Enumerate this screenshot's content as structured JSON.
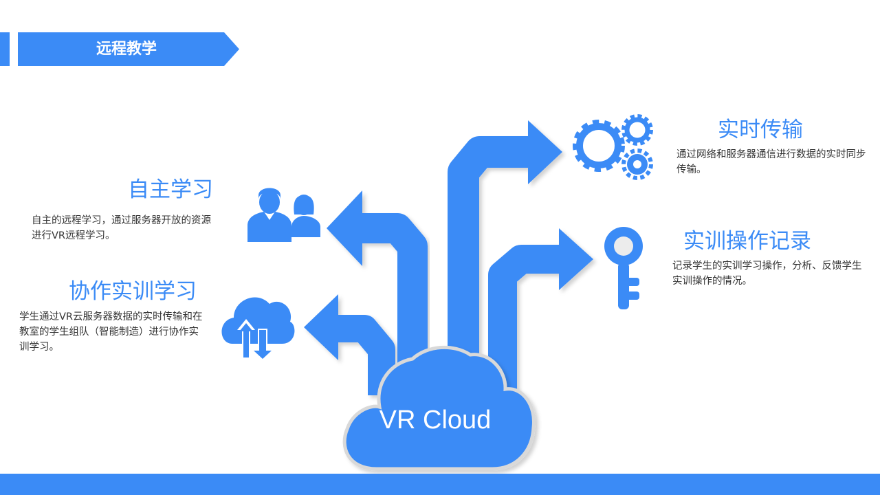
{
  "header": {
    "title": "远程教学"
  },
  "cloud": {
    "label": "VR Cloud"
  },
  "features": {
    "self_study": {
      "title": "自主学习",
      "desc": "自主的远程学习，通过服务器开放的资源进行VR远程学习。"
    },
    "collab": {
      "title": "协作实训学习",
      "desc": "学生通过VR云服务器数据的实时传输和在教室的学生组队（智能制造）进行协作实训学习。"
    },
    "realtime": {
      "title": "实时传输",
      "desc": "通过网络和服务器通信进行数据的实时同步传输。"
    },
    "record": {
      "title": "实训操作记录",
      "desc": "记录学生的实训学习操作，分析、反馈学生实训操作的情况。"
    }
  },
  "colors": {
    "accent": "#3b8bf6",
    "text": "#333333",
    "background": "#ffffff"
  },
  "icons": [
    "users-icon",
    "cloud-sync-icon",
    "gears-icon",
    "key-icon"
  ]
}
